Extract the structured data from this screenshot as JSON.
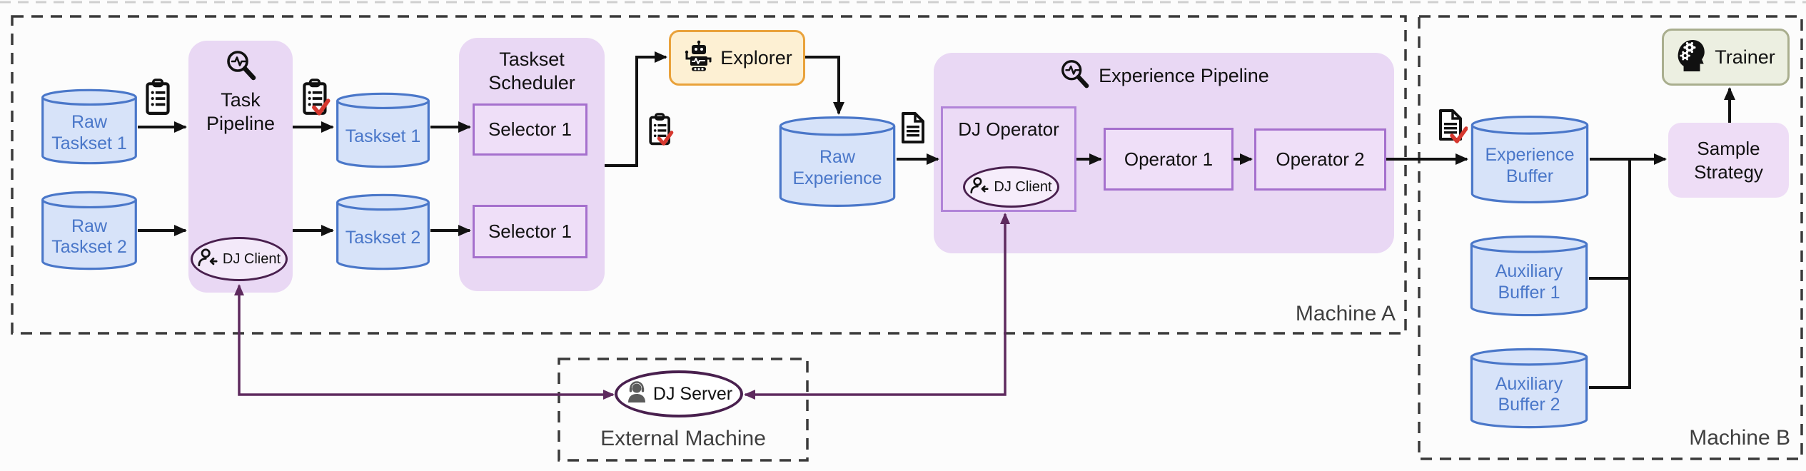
{
  "machines": {
    "machine_a": {
      "label": "Machine A"
    },
    "machine_b": {
      "label": "Machine B"
    },
    "external": {
      "label": "External Machine"
    }
  },
  "pipeline_a": {
    "raw_taskset_1": "Raw Taskset 1",
    "raw_taskset_2": "Raw Taskset 2",
    "task_pipeline": "Task Pipeline",
    "task_pipeline_client": "DJ Client",
    "taskset_1": "Taskset 1",
    "taskset_2": "Taskset 2",
    "taskset_scheduler": "Taskset Scheduler",
    "selector_top": "Selector 1",
    "selector_bottom": "Selector 1",
    "explorer": "Explorer",
    "raw_experience": "Raw Experience"
  },
  "experience_pipeline": {
    "title": "Experience Pipeline",
    "dj_operator": "DJ Operator",
    "dj_operator_client": "DJ Client",
    "operator_1": "Operator 1",
    "operator_2": "Operator 2"
  },
  "machine_b_nodes": {
    "experience_buffer": "Experience Buffer",
    "auxiliary_buffer_1": "Auxiliary Buffer 1",
    "auxiliary_buffer_2": "Auxiliary Buffer 2",
    "sample_strategy": "Sample Strategy",
    "trainer": "Trainer"
  },
  "external_nodes": {
    "dj_server": "DJ Server"
  },
  "icons": {
    "task_pipeline": "magnifier-pulse-icon",
    "experience_pipeline": "magnifier-pulse-icon",
    "raw_taskset_transfer": "clipboard-icon",
    "processed_taskset_transfer": "clipboard-check-icon",
    "explorer_input": "clipboard-check-icon",
    "raw_experience_transfer": "document-icon",
    "experience_buffer_input": "document-check-icon",
    "explorer": "robot-icon",
    "dj_client": "user-arrow-icon",
    "dj_server": "support-agent-icon",
    "trainer": "head-gears-icon"
  },
  "colors": {
    "cylinder_border": "#4a77c9",
    "cylinder_fill": "#d7e3f9",
    "cylinder_text": "#4a77c9",
    "panel_fill": "#e9d8f4",
    "inner_box_fill": "#efdff8",
    "inner_box_border": "#a570cd",
    "dj_operator_fill": "#ecdbf6",
    "dj_operator_border": "#b184d8",
    "explorer_fill": "#fdf0d3",
    "explorer_border": "#e9a23b",
    "trainer_fill": "#ecefe1",
    "trainer_border": "#a9ae8e",
    "sample_strategy_fill": "#eeddf6",
    "ellipse_border": "#49204e",
    "connector_purple": "#5e2a5e",
    "arrow_black": "#111111",
    "check_red": "#d6382f",
    "dashed_border": "#3a3a3a"
  }
}
